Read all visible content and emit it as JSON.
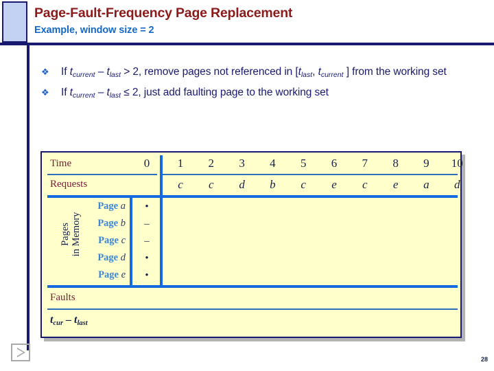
{
  "header": {
    "title": "Page-Fault-Frequency Page Replacement",
    "subtitle": "Example, window size = 2",
    "accent_color": "#c3d2f2",
    "rule_color": "#191970",
    "title_color": "#8b1a1a",
    "subtitle_color": "#1569c7"
  },
  "bullets": [
    {
      "glyph": "❖",
      "parts": [
        {
          "t": "If ",
          "style": "plain"
        },
        {
          "t": "t",
          "style": "italic"
        },
        {
          "t": "current",
          "style": "sub"
        },
        {
          "t": " – ",
          "style": "plain"
        },
        {
          "t": "t",
          "style": "italic"
        },
        {
          "t": "last",
          "style": "sub"
        },
        {
          "t": " > 2, remove pages not referenced in [",
          "style": "plain"
        },
        {
          "t": "t",
          "style": "italic"
        },
        {
          "t": "last",
          "style": "sub"
        },
        {
          "t": ", ",
          "style": "plain"
        },
        {
          "t": "t",
          "style": "italic"
        },
        {
          "t": "current",
          "style": "sub"
        },
        {
          "t": " ] from the working set",
          "style": "plain"
        }
      ]
    },
    {
      "glyph": "❖",
      "parts": [
        {
          "t": "If ",
          "style": "plain"
        },
        {
          "t": "t",
          "style": "italic"
        },
        {
          "t": "current",
          "style": "sub"
        },
        {
          "t": " – ",
          "style": "plain"
        },
        {
          "t": "t",
          "style": "italic"
        },
        {
          "t": "last",
          "style": "sub"
        },
        {
          "t": " ≤ 2, just add faulting page to the working set",
          "style": "plain"
        }
      ]
    }
  ],
  "table": {
    "row_labels": {
      "time": "Time",
      "requests": "Requests",
      "faults": "Faults",
      "delta_t": "t_cur – t_last",
      "delta_t_parts": [
        "t",
        "cur",
        " – ",
        "t",
        "last"
      ],
      "pages_in_memory_line1": "Pages",
      "pages_in_memory_line2": "in Memory"
    },
    "time_zero": "0",
    "time_values": [
      "1",
      "2",
      "3",
      "4",
      "5",
      "6",
      "7",
      "8",
      "9",
      "10"
    ],
    "request_values": [
      "c",
      "c",
      "d",
      "b",
      "c",
      "e",
      "c",
      "e",
      "a",
      "d"
    ],
    "page_rows": [
      {
        "label": "Page",
        "page": "a",
        "initial": "•"
      },
      {
        "label": "Page",
        "page": "b",
        "initial": "–"
      },
      {
        "label": "Page",
        "page": "c",
        "initial": "–"
      },
      {
        "label": "Page",
        "page": "d",
        "initial": "•"
      },
      {
        "label": "Page",
        "page": "e",
        "initial": "•"
      }
    ],
    "fault_values": [
      "",
      "",
      "",
      "",
      "",
      "",
      "",
      "",
      "",
      ""
    ],
    "delta_values": [
      "",
      "",
      "",
      "",
      "",
      "",
      "",
      "",
      "",
      ""
    ],
    "fill_color": "#ffffcc",
    "border_color": "#191970",
    "rule_color": "#1569e0"
  },
  "footer": {
    "nav_next_label": "Next slide",
    "page_number": "28"
  }
}
